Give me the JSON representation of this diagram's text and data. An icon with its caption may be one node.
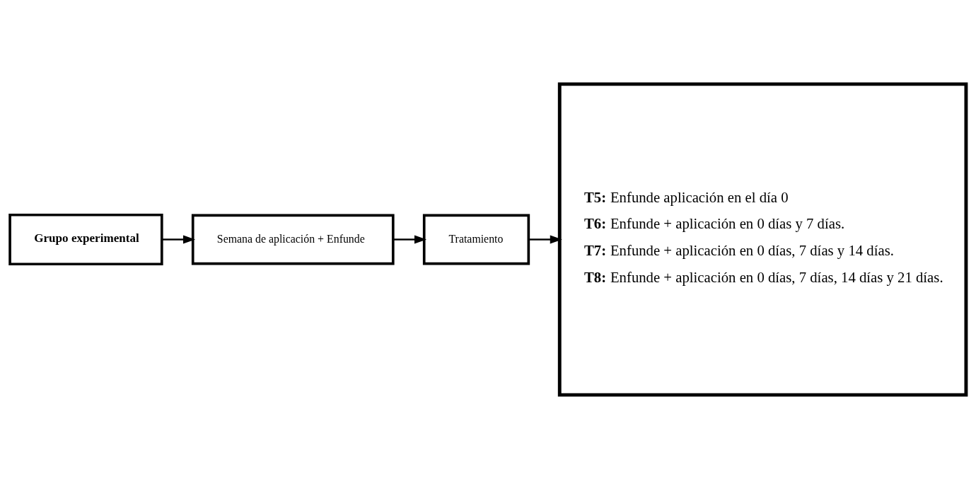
{
  "diagram": {
    "nodes": [
      {
        "text": [
          "Grupo experimental"
        ]
      },
      {
        "text": [
          "Semana de aplicación + Enfunde"
        ]
      },
      {
        "text": [
          "Tratamiento"
        ]
      },
      {
        "text": [
          "**T5:** Enfunde aplicación en el día 0",
          "**T6:** Enfunde + aplicación en 0 días y 7 días.",
          "**T7:** Enfunde + aplicación en 0 días, 7 días y 14 días.",
          "**T8:** Enfunde + aplicación en 0 días, 7 días, 14 días y 21 días."
        ]
      }
    ],
    "edges": [
      {
        "from": 0,
        "to": 1,
        "arrow": "to"
      },
      {
        "from": 1,
        "to": 2,
        "arrow": "to"
      },
      {
        "from": 2,
        "to": 3,
        "arrow": "to"
      }
    ]
  }
}
